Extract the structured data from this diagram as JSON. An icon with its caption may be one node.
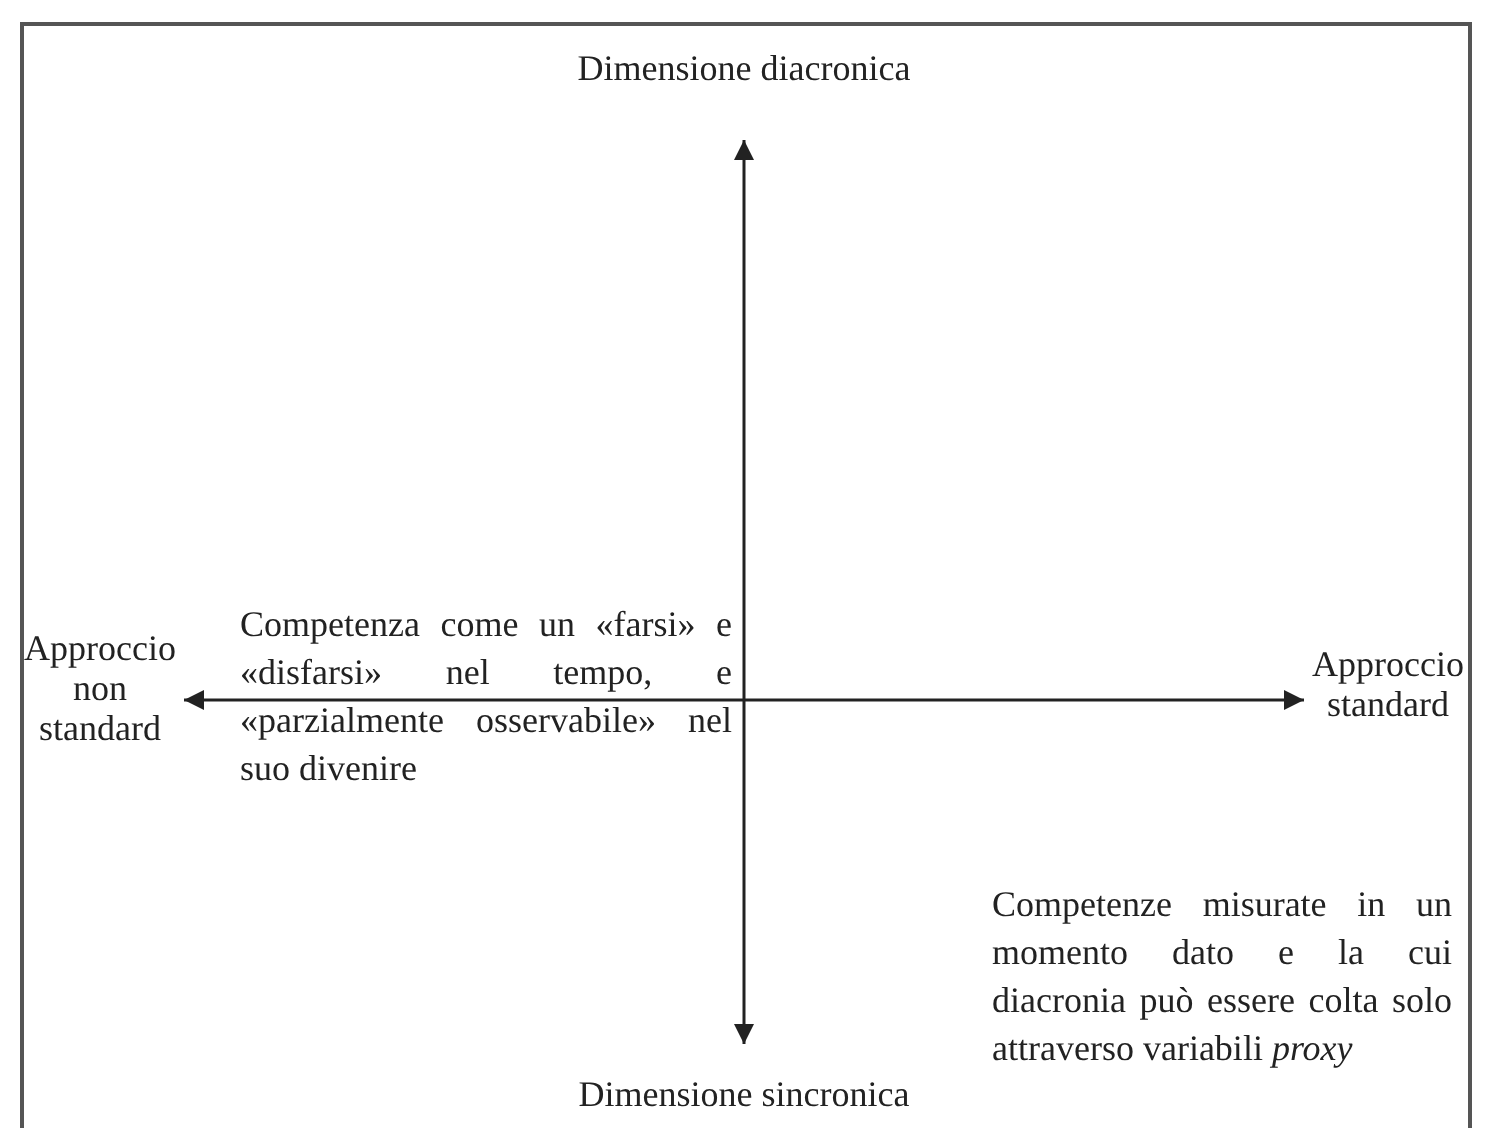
{
  "diagram": {
    "labels": [
      "Dimensione diacronica",
      "Approccio non standard",
      "Competenza come un «farsi» e «disfarsi» nel tempo, e «parzialmente osservabile» nel suo divenire",
      "Approccio standard",
      "Competenze misurate in un momento dato e la cui diacronia può essere colta solo attraverso variabili *proxy*",
      "Dimensione sincronica"
    ]
  }
}
